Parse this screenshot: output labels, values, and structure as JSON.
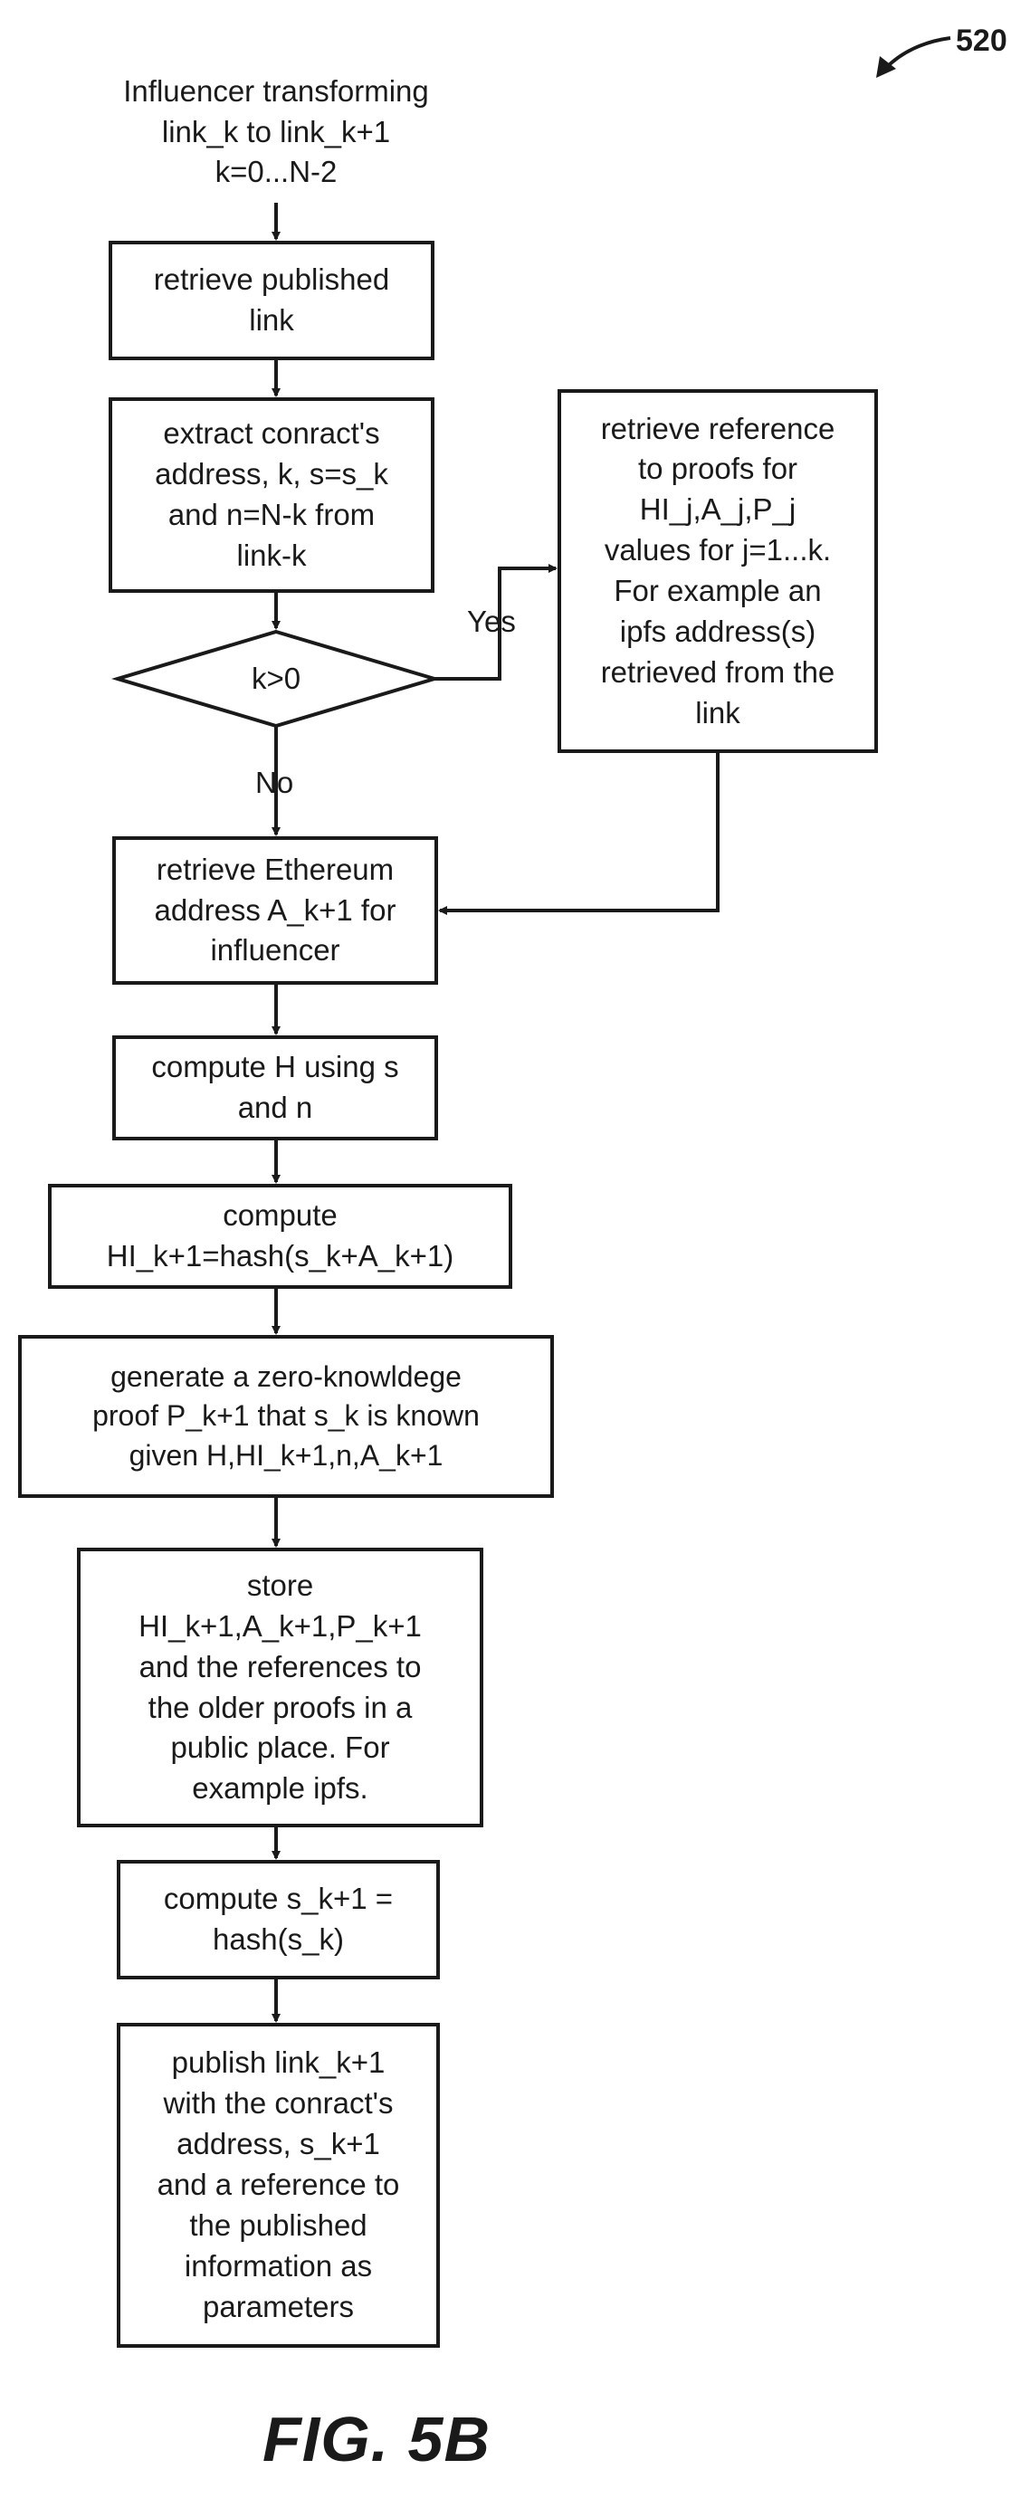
{
  "figure": {
    "reference_number": "520",
    "caption": "FIG. 5B",
    "header": [
      "Influencer transforming",
      "link_k to link_k+1",
      "k=0...N-2"
    ]
  },
  "steps": {
    "retrieve_link": [
      "retrieve published",
      "link"
    ],
    "extract": [
      "extract conract's",
      "address, k, s=s_k",
      "and n=N-k from",
      "link-k"
    ],
    "decision": "k>0",
    "retrieve_refs": [
      "retrieve reference",
      "to proofs for",
      "HI_j,A_j,P_j",
      "values for j=1...k.",
      "For example an",
      "ipfs address(s)",
      "retrieved from the",
      "link"
    ],
    "retrieve_eth": [
      "retrieve Ethereum",
      "address A_k+1 for",
      "influencer"
    ],
    "compute_h": [
      "compute H using s",
      "and n"
    ],
    "compute_hi": [
      "compute",
      "HI_k+1=hash(s_k+A_k+1)"
    ],
    "generate_proof": [
      "generate a zero-knowldege",
      "proof  P_k+1 that s_k is known",
      "given H,HI_k+1,n,A_k+1"
    ],
    "store": [
      "store",
      "HI_k+1,A_k+1,P_k+1",
      "and the references to",
      "the older proofs in a",
      "public place. For",
      "example ipfs."
    ],
    "compute_s": [
      "compute s_k+1 =",
      "hash(s_k)"
    ],
    "publish": [
      "publish link_k+1",
      "with the conract's",
      "address, s_k+1",
      "and a reference to",
      "the published",
      "information as",
      "parameters"
    ]
  },
  "edge_labels": {
    "yes": "Yes",
    "no": "No"
  }
}
